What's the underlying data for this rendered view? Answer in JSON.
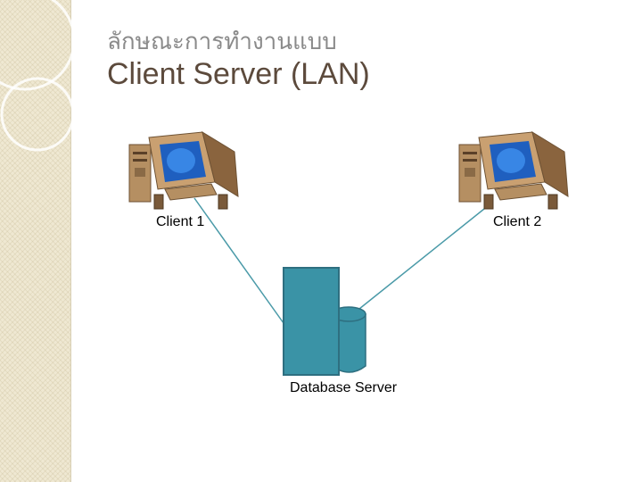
{
  "slide": {
    "subtitle": "ลักษณะการทำงานแบบ",
    "title": "Client Server (LAN)"
  },
  "diagram": {
    "nodes": [
      {
        "id": "client-1",
        "label": "Client 1",
        "icon": "desktop-computer-icon"
      },
      {
        "id": "client-2",
        "label": "Client 2",
        "icon": "desktop-computer-icon"
      },
      {
        "id": "database-server",
        "label": "Database Server",
        "icon": "server-with-database-icon"
      }
    ],
    "edges": [
      {
        "from": "client-1",
        "to": "database-server"
      },
      {
        "from": "client-2",
        "to": "database-server"
      }
    ]
  },
  "colors": {
    "sidebar": "#efe8d2",
    "title": "#5c4a3c",
    "subtitle": "#8a8a8a",
    "connector": "#4a9aa8",
    "server": "#3a93a6",
    "server_outline": "#2e6f80"
  }
}
